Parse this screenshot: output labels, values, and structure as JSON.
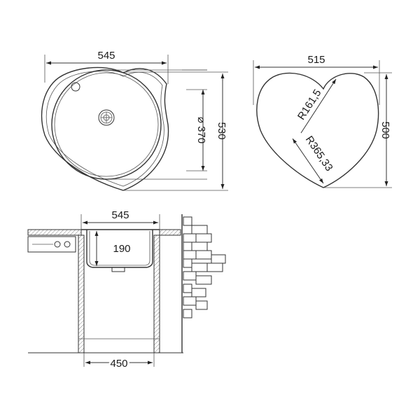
{
  "top_view": {
    "width_label": "545",
    "height_label": "530",
    "bowl_diameter_label": "⌀ 370"
  },
  "heart_view": {
    "width_label": "515",
    "height_label": "500",
    "radius_small_label": "R161,5",
    "radius_large_label": "R365,33"
  },
  "side_view": {
    "top_width_label": "545",
    "depth_label": "190",
    "cabinet_width_label": "450"
  }
}
